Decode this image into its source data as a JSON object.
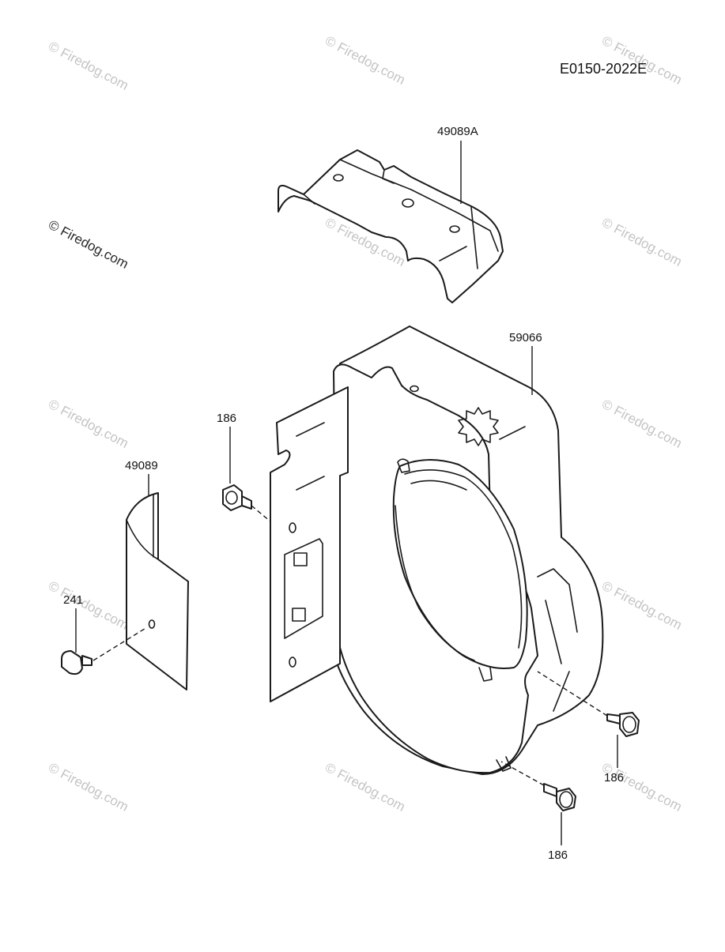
{
  "diagram": {
    "code": "E0150-2022E",
    "parts": [
      {
        "id": "top-cover",
        "label": "49089A"
      },
      {
        "id": "fan-housing",
        "label": "59066"
      },
      {
        "id": "side-cover",
        "label": "49089"
      },
      {
        "id": "bolt-upper-left",
        "label": "186"
      },
      {
        "id": "screw-left",
        "label": "241"
      },
      {
        "id": "bolt-lower-right",
        "label": "186"
      },
      {
        "id": "bolt-bottom",
        "label": "186"
      }
    ]
  },
  "watermark": {
    "text": "© Firedog.com"
  }
}
